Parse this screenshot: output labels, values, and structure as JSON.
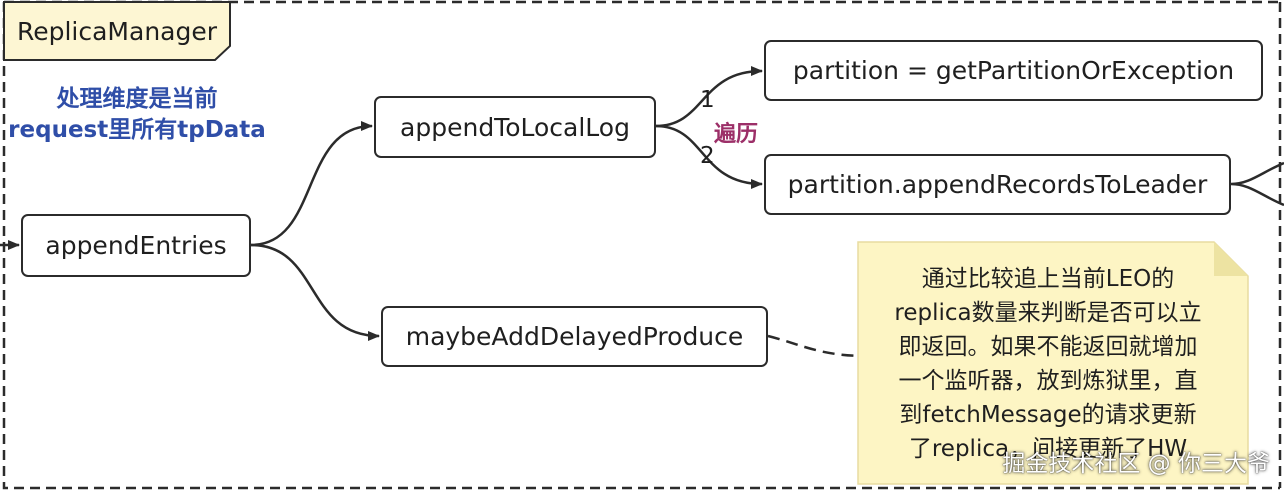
{
  "boundary": {
    "title": "ReplicaManager"
  },
  "scope_note": {
    "lines": [
      "处理维度是当前",
      "request里所有tpData"
    ]
  },
  "nodes": {
    "append_entries": "appendEntries",
    "append_to_local_log": "appendToLocalLog",
    "maybe_add_delayed_produce": "maybeAddDelayedProduce",
    "get_partition": "partition = getPartitionOrException",
    "append_records_to_leader": "partition.appendRecordsToLeader"
  },
  "branch_labels": {
    "step1": "1",
    "step2": "2",
    "loop": "遍历"
  },
  "sticky_note": {
    "lines": [
      "通过比较追上当前LEO的",
      "replica数量来判断是否可以立",
      "即返回。如果不能返回就增加",
      "一个监听器，放到炼狱里，直",
      "到fetchMessage的请求更新",
      "了replica，间接更新了HW"
    ],
    "fill_color": "#fdf5c4",
    "fold_color": "#ede3a2"
  },
  "watermark": "掘金技术社区 @ 你三大爷",
  "colors": {
    "stroke": "#2b2b2b",
    "note_text": "#2f4ea8",
    "loop_label": "#9c2f68"
  }
}
